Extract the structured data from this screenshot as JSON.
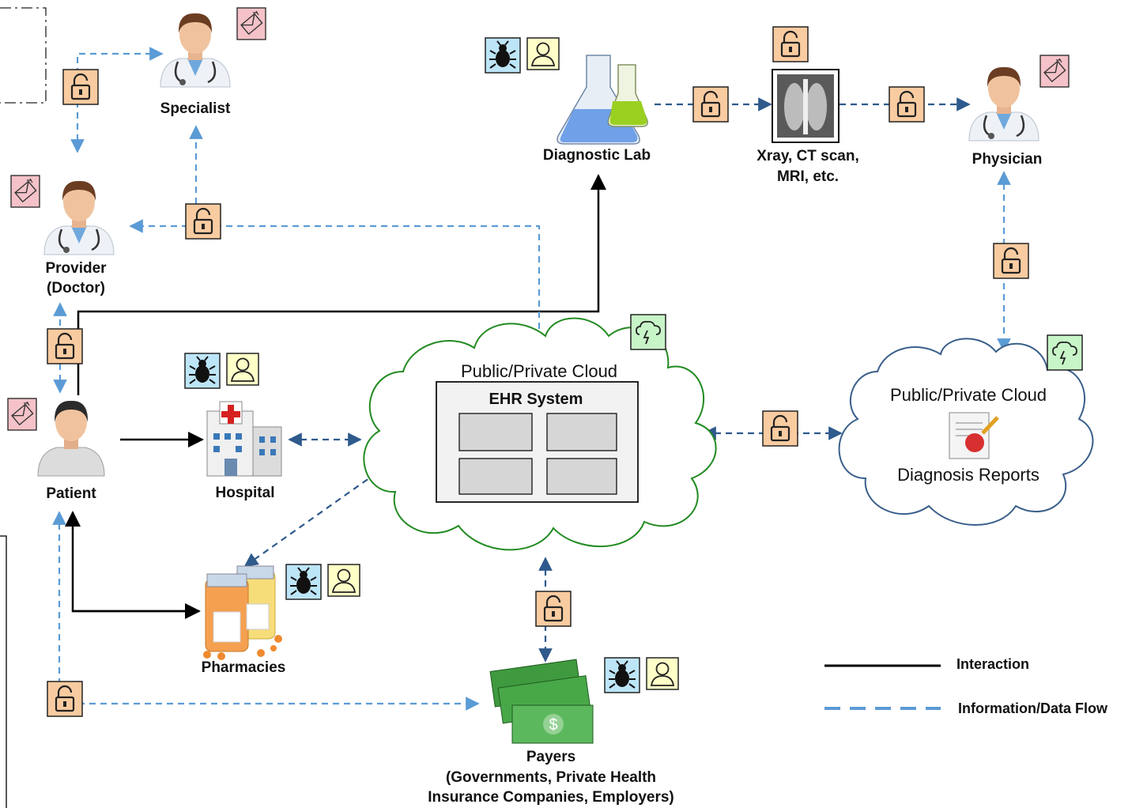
{
  "nodes": {
    "specialist": "Specialist",
    "provider_line1": "Provider",
    "provider_line2": "(Doctor)",
    "patient": "Patient",
    "hospital": "Hospital",
    "pharmacies": "Pharmacies",
    "diagnostic_lab": "Diagnostic Lab",
    "imaging_line1": "Xray, CT scan,",
    "imaging_line2": "MRI, etc.",
    "physician": "Physician",
    "payers_line1": "Payers",
    "payers_line2": "(Governments, Private Health",
    "payers_line3": "Insurance Companies, Employers)"
  },
  "clouds": {
    "ehr_cloud_title": "Public/Private Cloud",
    "ehr_system": "EHR System",
    "diag_cloud_title": "Public/Private Cloud",
    "diag_reports": "Diagnosis Reports"
  },
  "legend": {
    "interaction": "Interaction",
    "data_flow": "Information/Data Flow"
  },
  "icons": [
    "lock-icon",
    "bug-icon",
    "user-icon",
    "mail-icon",
    "storm-cloud-icon",
    "dollar-icon"
  ],
  "colors": {
    "interaction_line": "#000000",
    "data_flow_light": "#5b9bd5",
    "data_flow_dark": "#2e5a8c",
    "lock_fill": "#f9cba0",
    "bug_fill": "#bde5f8",
    "user_fill": "#ffffc8",
    "mail_fill": "#f4c2c8",
    "storm_fill": "#c8f5c8",
    "ehr_cloud_stroke": "#228b22",
    "diag_cloud_stroke": "#3a5f8a"
  }
}
